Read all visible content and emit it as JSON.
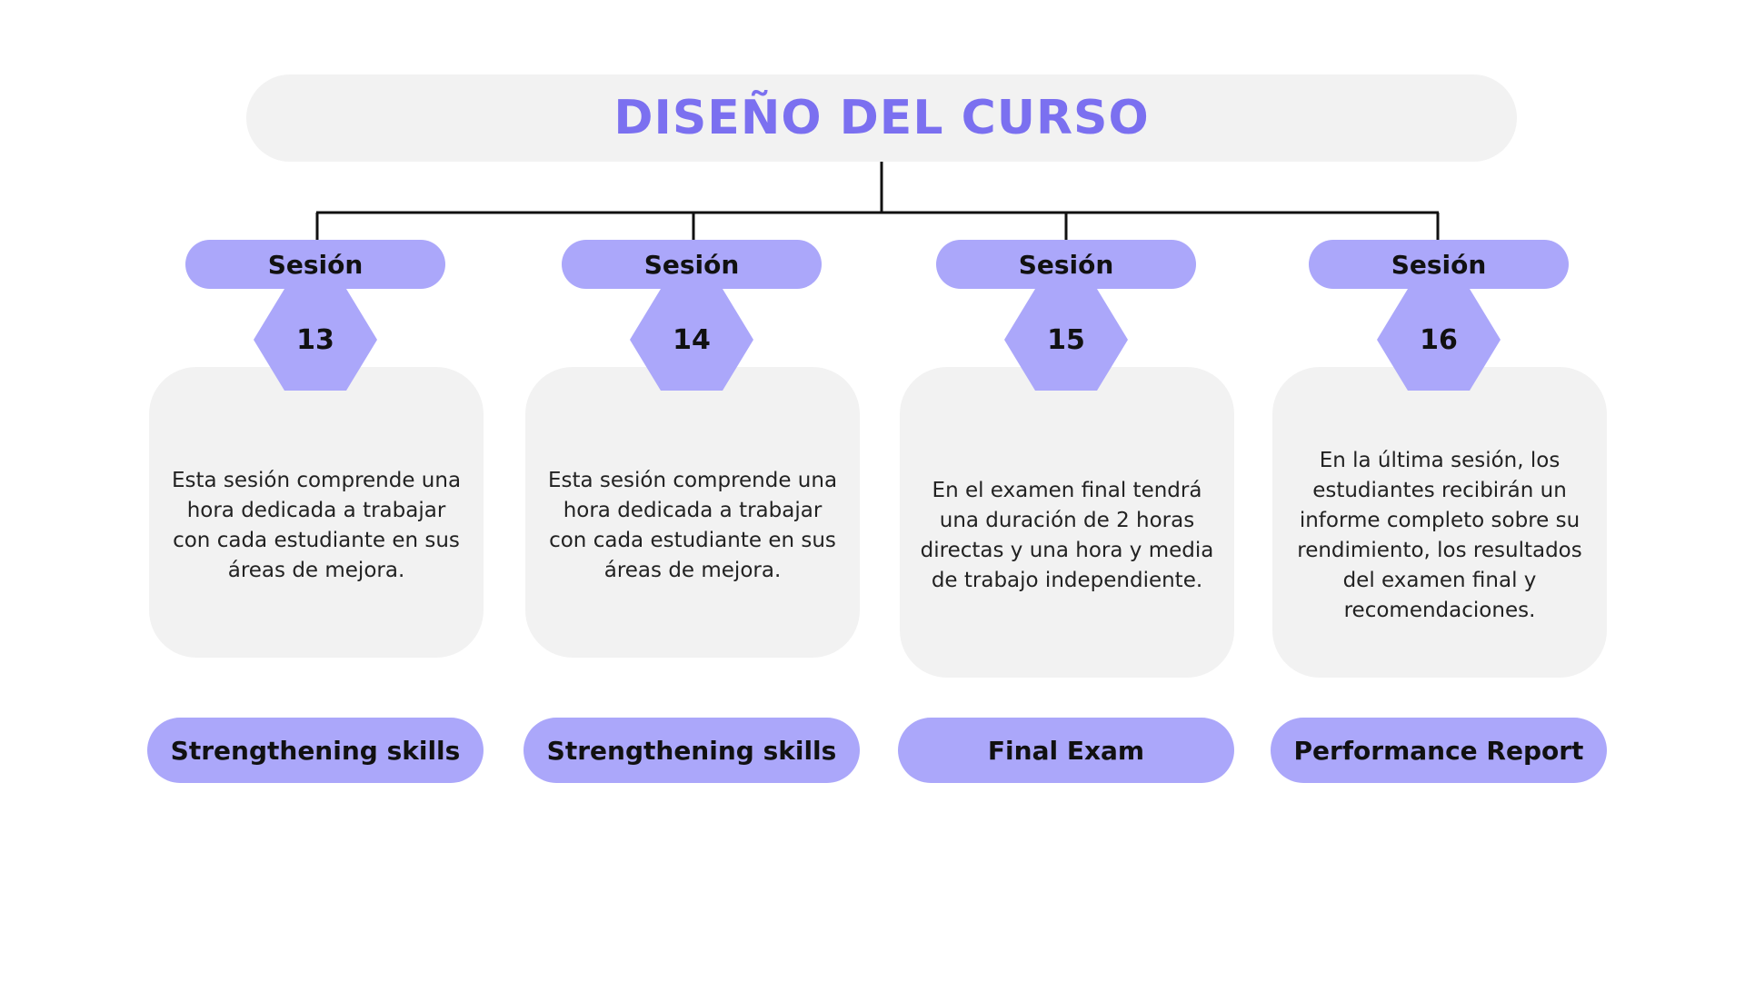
{
  "title": "DISEÑO DEL CURSO",
  "colors": {
    "accent": "#aba7fa",
    "title": "#7b70f0",
    "card": "#f2f2f2",
    "connector": "#111111"
  },
  "sessions": [
    {
      "header": "Sesión",
      "number": "13",
      "description": "Esta sesión comprende una hora dedicada a trabajar con cada estudiante en sus áreas de mejora.",
      "label": "Strengthening skills"
    },
    {
      "header": "Sesión",
      "number": "14",
      "description": "Esta sesión comprende una hora dedicada a trabajar con cada estudiante en sus áreas de mejora.",
      "label": "Strengthening skills"
    },
    {
      "header": "Sesión",
      "number": "15",
      "description": "En el examen final tendrá una duración de 2 horas directas y una hora y media de trabajo independiente.",
      "label": "Final Exam"
    },
    {
      "header": "Sesión",
      "number": "16",
      "description": "En la última sesión, los estudiantes recibirán un informe completo sobre su rendimiento, los resultados del examen final y recomendaciones.",
      "label": "Performance Report"
    }
  ]
}
